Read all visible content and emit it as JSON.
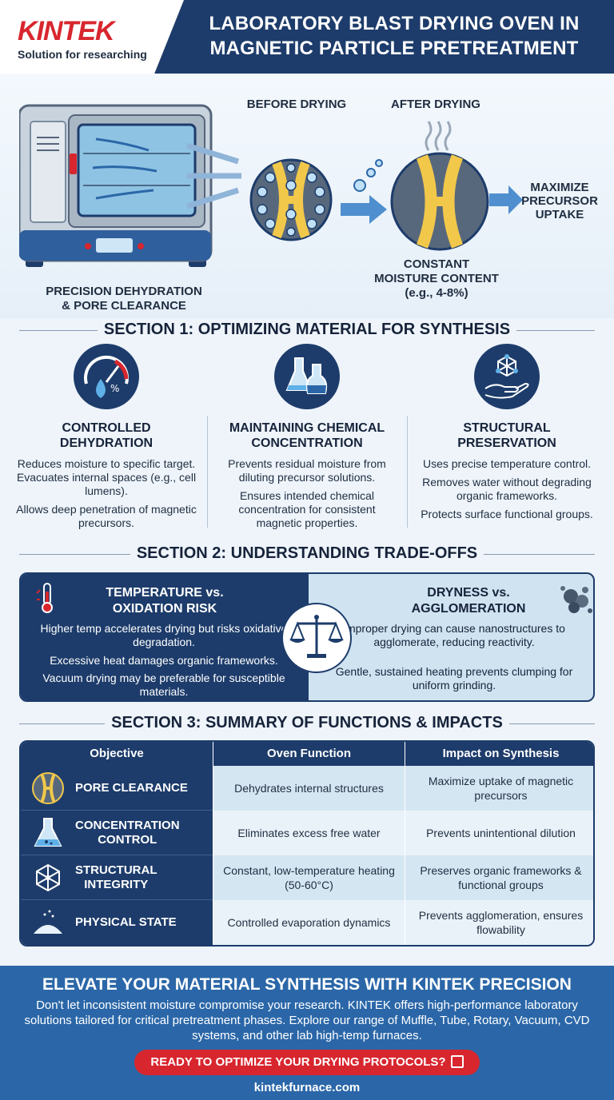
{
  "brand": {
    "name": "KINTEK",
    "tagline": "Solution for researching"
  },
  "header": {
    "title_line1": "LABORATORY BLAST DRYING OVEN IN",
    "title_line2": "MAGNETIC PARTICLE PRETREATMENT"
  },
  "hero": {
    "before": "BEFORE DRYING",
    "after": "AFTER DRYING",
    "maximize_line1": "MAXIMIZE",
    "maximize_line2": "PRECURSOR",
    "maximize_line3": "UPTAKE",
    "constant_line1": "CONSTANT",
    "constant_line2": "MOISTURE CONTENT",
    "constant_line3": "(e.g., 4-8%)",
    "precision_line1": "PRECISION DEHYDRATION",
    "precision_line2": "& PORE CLEARANCE"
  },
  "section1": {
    "heading": "SECTION 1: OPTIMIZING MATERIAL FOR SYNTHESIS",
    "columns": [
      {
        "title_line1": "CONTROLLED",
        "title_line2": "DEHYDRATION",
        "icon": "gauge-droplet-icon",
        "p1": "Reduces moisture to specific target. Evacuates internal spaces (e.g., cell lumens).",
        "p2": "Allows deep penetration of magnetic precursors."
      },
      {
        "title_line1": "MAINTAINING CHEMICAL",
        "title_line2": "CONCENTRATION",
        "icon": "flasks-icon",
        "p1": "Prevents residual moisture from diluting precursor solutions.",
        "p2": "Ensures intended chemical concentration for consistent magnetic properties."
      },
      {
        "title_line1": "STRUCTURAL",
        "title_line2": "PRESERVATION",
        "icon": "hand-molecule-icon",
        "p1": "Uses precise temperature control.",
        "p2": "Removes water without degrading organic frameworks.",
        "p3": "Protects surface functional groups."
      }
    ]
  },
  "section2": {
    "heading": "SECTION 2: UNDERSTANDING TRADE-OFFS",
    "left": {
      "title_line1": "TEMPERATURE vs.",
      "title_line2": "OXIDATION RISK",
      "p1": "Higher temp accelerates drying but risks oxidative degradation.",
      "p2": "Excessive heat damages organic frameworks.",
      "p3": "Vacuum drying may be preferable for susceptible materials."
    },
    "right": {
      "title_line1": "DRYNESS vs.",
      "title_line2": "AGGLOMERATION",
      "p1": "Improper drying can cause nanostructures to agglomerate, reducing reactivity.",
      "p2": "Gentle, sustained heating prevents clumping for uniform grinding."
    }
  },
  "section3": {
    "heading": "SECTION 3: SUMMARY OF FUNCTIONS & IMPACTS",
    "columns": [
      "Objective",
      "Oven Function",
      "Impact on Synthesis"
    ],
    "rows": [
      {
        "objective": "PORE CLEARANCE",
        "function": "Dehydrates internal structures",
        "impact": "Maximize uptake of magnetic precursors"
      },
      {
        "objective_line1": "CONCENTRATION",
        "objective_line2": "CONTROL",
        "function": "Eliminates excess free water",
        "impact": "Prevents unintentional dilution"
      },
      {
        "objective_line1": "STRUCTURAL",
        "objective_line2": "INTEGRITY",
        "function": "Constant, low-temperature heating (50-60°C)",
        "impact": "Preserves organic frameworks & functional groups"
      },
      {
        "objective": "PHYSICAL STATE",
        "function": "Controlled evaporation dynamics",
        "impact": "Prevents agglomeration, ensures flowability"
      }
    ]
  },
  "footer": {
    "headline": "ELEVATE YOUR MATERIAL SYNTHESIS WITH KINTEK PRECISION",
    "body": "Don't let inconsistent moisture compromise your research. KINTEK offers high-performance laboratory solutions tailored for critical pretreatment phases. Explore our range of Muffle, Tube, Rotary, Vacuum, CVD systems, and other lab high-temp furnaces.",
    "cta": "READY TO OPTIMIZE YOUR DRYING PROTOCOLS?",
    "url": "kintekfurnace.com"
  },
  "colors": {
    "navy": "#1d3c6b",
    "red": "#d8262e",
    "yellow": "#f2c84b",
    "blue": "#2b67a8"
  }
}
